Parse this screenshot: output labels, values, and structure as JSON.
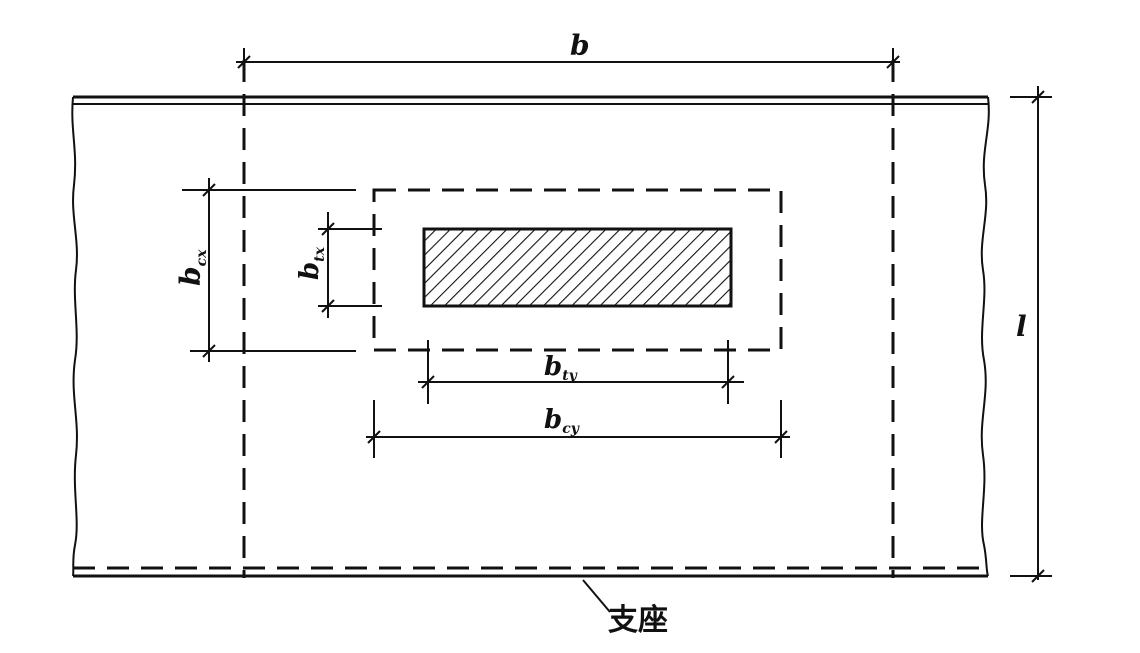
{
  "labels": {
    "b": "b",
    "l": "l",
    "btx_main": "b",
    "btx_sub": "tx",
    "bcx_main": "b",
    "bcx_sub": "cx",
    "bty_main": "b",
    "bty_sub": "ty",
    "bcy_main": "b",
    "bcy_sub": "cy",
    "support": "支座"
  }
}
